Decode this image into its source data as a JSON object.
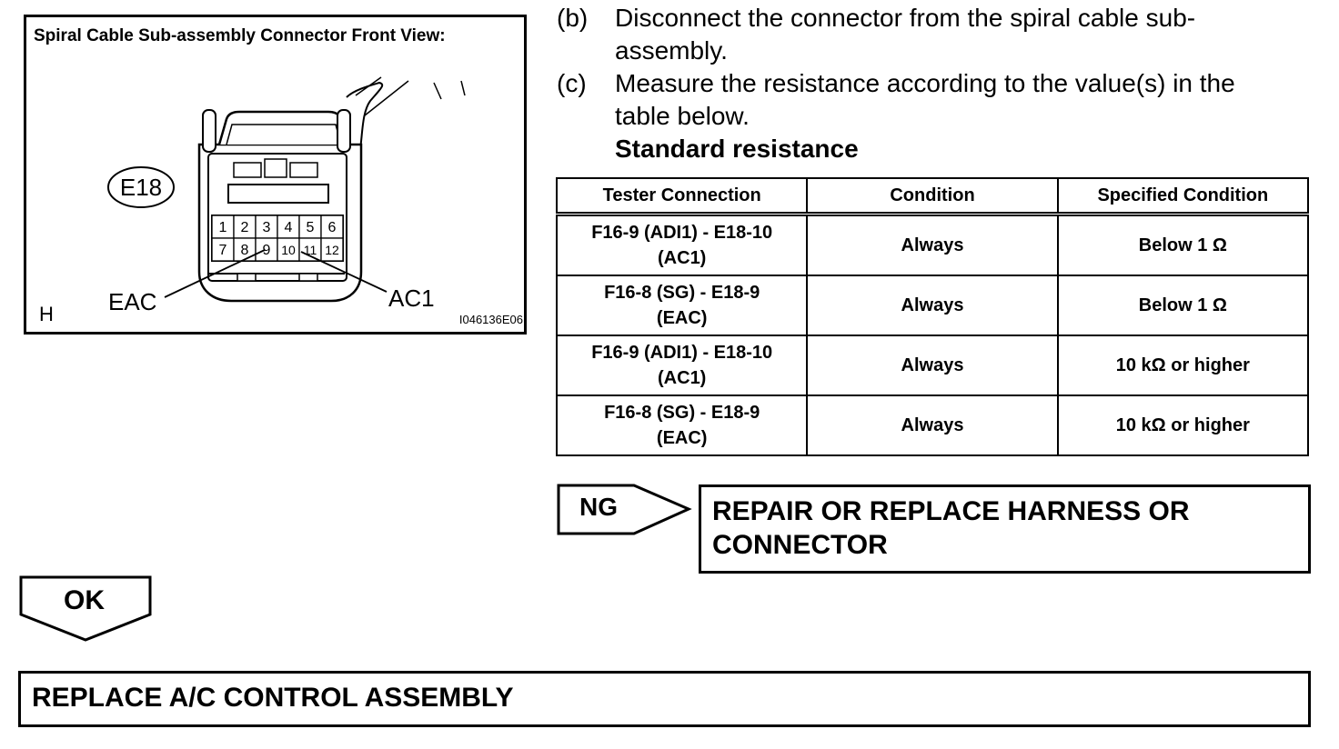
{
  "figure": {
    "title": "Spiral Cable Sub-assembly Connector Front View:",
    "connector_code": "E18",
    "pins_top": [
      "1",
      "2",
      "3",
      "4",
      "5",
      "6"
    ],
    "pins_bottom": [
      "7",
      "8",
      "9",
      "10",
      "11",
      "12"
    ],
    "label_left": "EAC",
    "label_right": "AC1",
    "corner_letter": "H",
    "figure_id": "I046136E06"
  },
  "steps": [
    {
      "letter": "(b)",
      "lines": [
        "Disconnect the connector from the spiral cable sub-",
        "assembly."
      ]
    },
    {
      "letter": "(c)",
      "lines": [
        "Measure the resistance according to the value(s) in the",
        "table below."
      ]
    }
  ],
  "standard_heading": "Standard resistance",
  "table": {
    "headers": [
      "Tester Connection",
      "Condition",
      "Specified Condition"
    ],
    "rows": [
      {
        "connection": [
          "F16-9 (ADI1) - E18-10",
          "(AC1)"
        ],
        "condition": "Always",
        "specified": "Below 1 Ω"
      },
      {
        "connection": [
          "F16-8 (SG) - E18-9",
          "(EAC)"
        ],
        "condition": "Always",
        "specified": "Below 1 Ω"
      },
      {
        "connection": [
          "F16-9 (ADI1) - E18-10",
          "(AC1)"
        ],
        "condition": "Always",
        "specified": "10 kΩ or higher"
      },
      {
        "connection": [
          "F16-8 (SG) - E18-9",
          "(EAC)"
        ],
        "condition": "Always",
        "specified": "10 kΩ or higher"
      }
    ]
  },
  "ng": {
    "label": "NG",
    "result_lines": [
      "REPAIR OR REPLACE HARNESS OR",
      "CONNECTOR"
    ]
  },
  "ok": {
    "label": "OK",
    "result": "REPLACE A/C CONTROL ASSEMBLY"
  }
}
